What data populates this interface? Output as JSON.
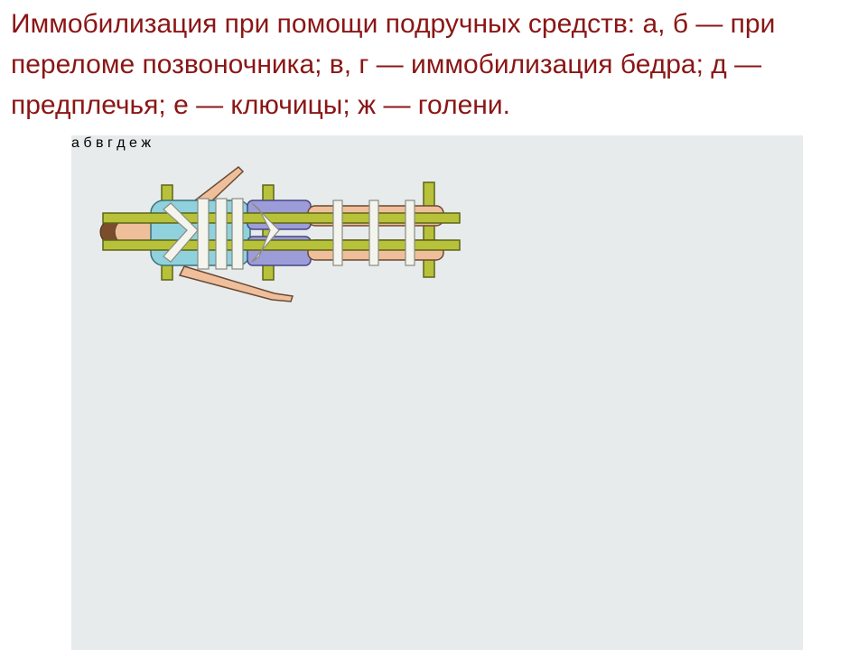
{
  "slide": {
    "title": "Иммобилизация при помощи подручных средств: а, б — при переломе позвоночника; в, г — иммобилизация бедра; д — предплечья; е — ключицы; ж — голени."
  },
  "figure": {
    "labels": {
      "a": "а",
      "b": "б",
      "v": "в",
      "g": "г",
      "d": "д",
      "e": "е",
      "zh": "ж"
    }
  }
}
